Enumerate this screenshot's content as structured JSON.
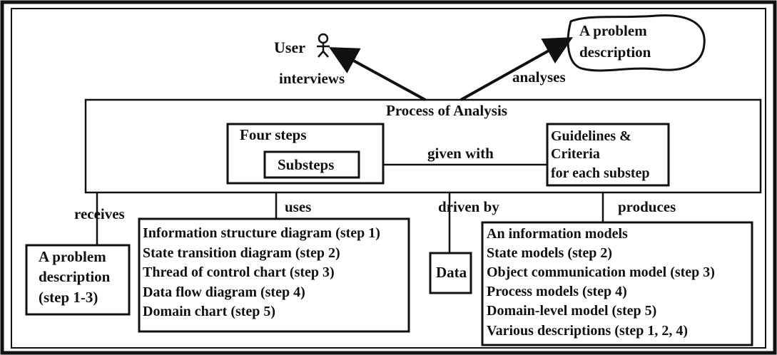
{
  "diagram": {
    "user_label": "User",
    "problem_cloud_lines": [
      "A problem",
      "description"
    ],
    "interviews_label": "interviews",
    "analyses_label": "analyses",
    "process_title": "Process of Analysis",
    "four_steps_label": "Four steps",
    "substeps_label": "Substeps",
    "given_with_label": "given with",
    "guidelines_lines": [
      "Guidelines &",
      "Criteria",
      "for each substep"
    ],
    "receives_label": "receives",
    "uses_label": "uses",
    "driven_by_label": "driven by",
    "produces_label": "produces",
    "received_box_lines": [
      "A problem",
      "description",
      "(step 1-3)"
    ],
    "uses_box_lines": [
      "Information structure diagram (step 1)",
      "State transition diagram (step 2)",
      "Thread of control chart (step 3)",
      "Data flow diagram (step 4)",
      "Domain chart (step 5)"
    ],
    "data_label": "Data",
    "produces_box_lines": [
      "An information models",
      "State models (step 2)",
      "Object communication model (step 3)",
      "Process models (step 4)",
      "Domain-level model (step 5)",
      "Various descriptions (step 1, 2, 4)"
    ]
  }
}
